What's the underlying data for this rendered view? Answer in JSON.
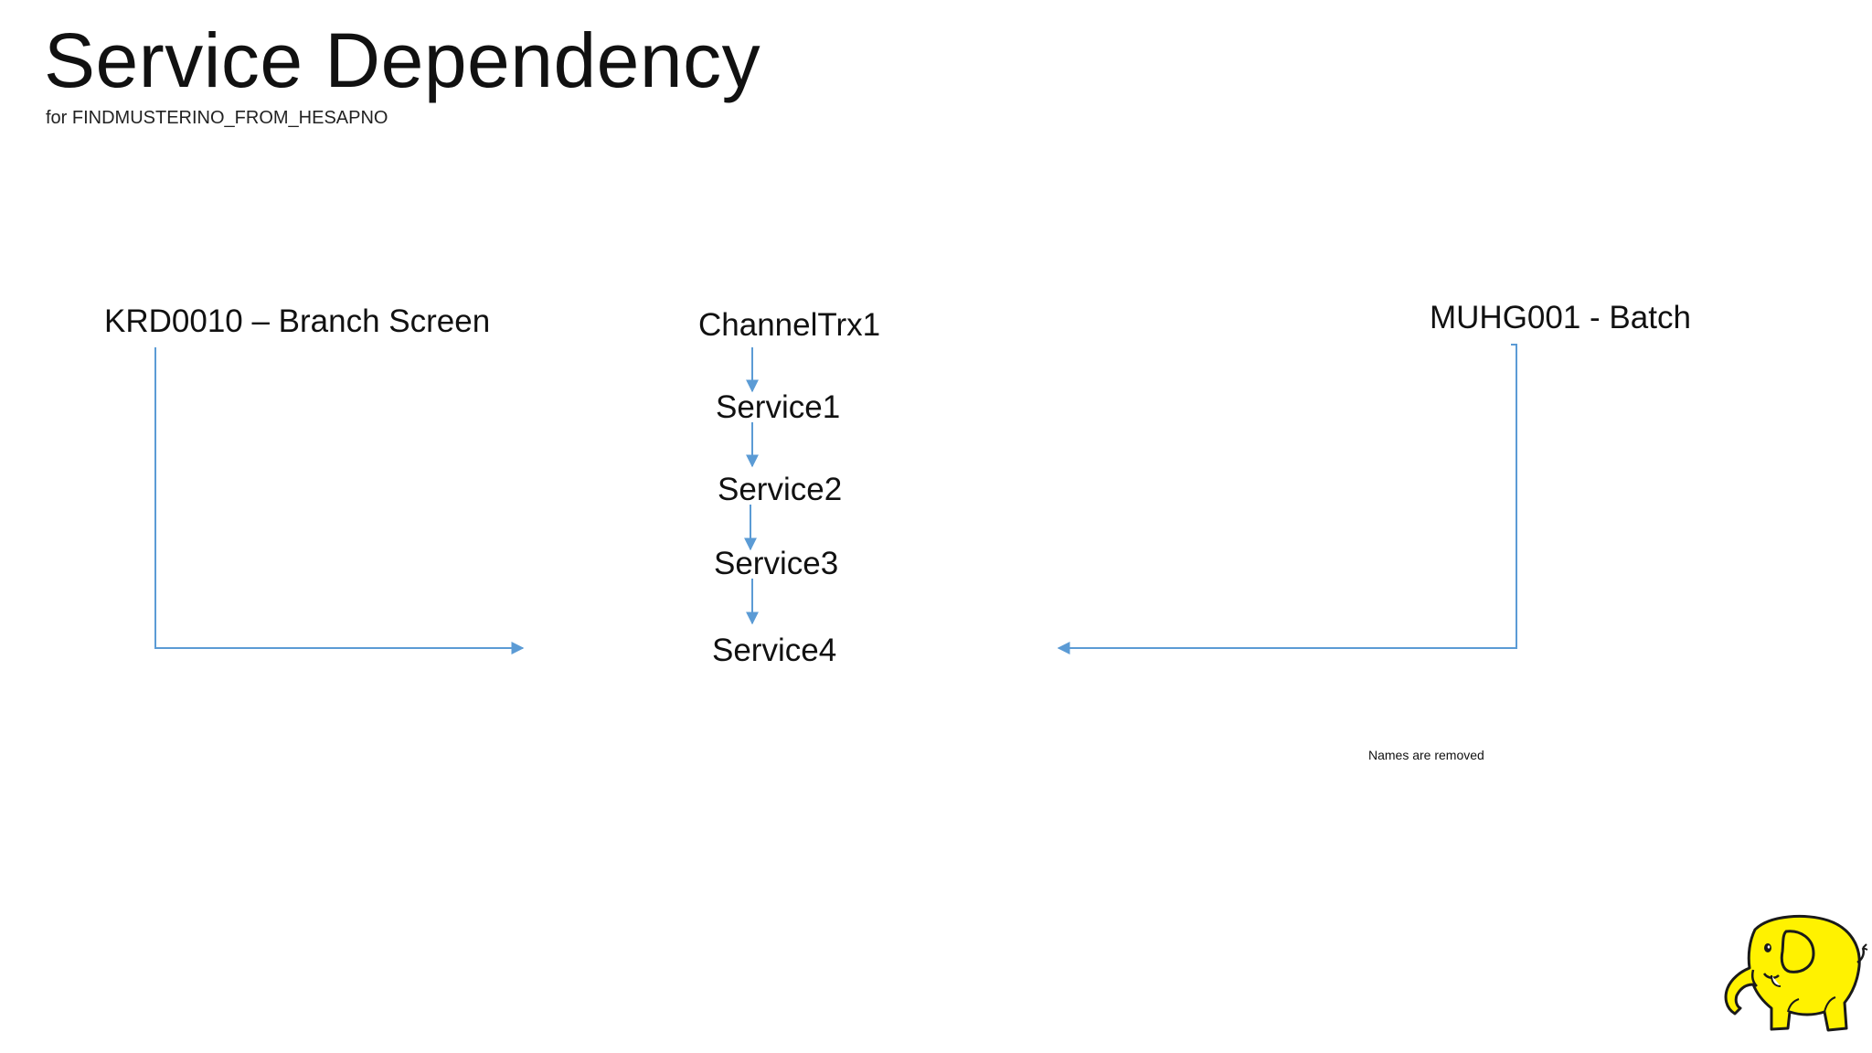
{
  "slide": {
    "title": "Service Dependency",
    "subtitle": "for FINDMUSTERINO_FROM_HESAPNO"
  },
  "diagram": {
    "left_source": "KRD0010 – Branch Screen",
    "right_source": "MUHG001 - Batch",
    "chain": [
      "ChannelTrx1",
      "Service1",
      "Service2",
      "Service3",
      "Service4"
    ],
    "note": "Names are removed"
  },
  "colors": {
    "arrow": "#5b9bd5",
    "logo_body": "#fff200",
    "logo_outline": "#1a1a1a"
  },
  "logo": {
    "icon": "yellow-elephant-icon"
  }
}
